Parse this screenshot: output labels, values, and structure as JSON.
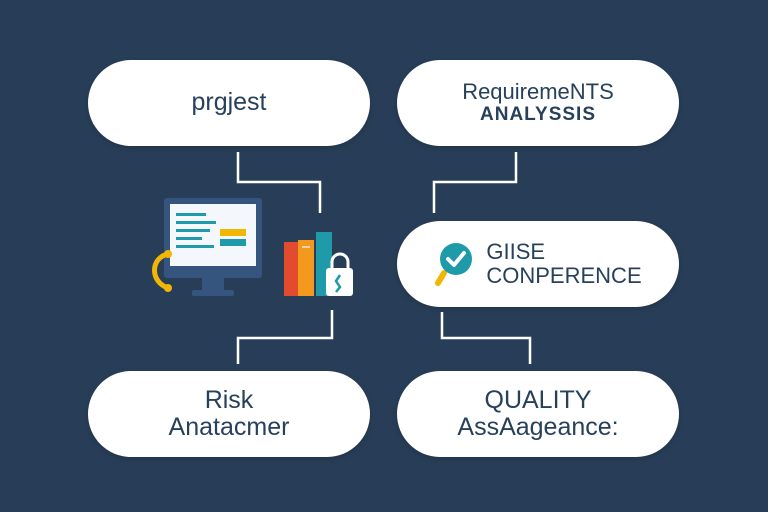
{
  "diagram": {
    "nodes": {
      "project": {
        "label": "prgjest"
      },
      "requirements": {
        "line1": "RequiremeNTS",
        "line2": "ANALYSSIS"
      },
      "guise": {
        "line1": "GIISE",
        "line2": "CONPERENCE",
        "icon": "check-badge-icon"
      },
      "risk": {
        "line1": "Risk",
        "line2": "Anatacmer"
      },
      "quality": {
        "line1": "QUALITY",
        "line2": "AssAageance:"
      }
    },
    "illustration": {
      "icons": [
        "computer-monitor-icon",
        "phone-handset-icon",
        "books-icon",
        "padlock-icon"
      ]
    },
    "colors": {
      "background": "#283e58",
      "node_fill": "#ffffff",
      "node_text": "#27415c",
      "connector": "#ffffff",
      "accent_teal": "#1e9aa8",
      "accent_yellow": "#f2b705",
      "accent_red": "#e34b2f",
      "accent_orange": "#f39a1e"
    }
  }
}
